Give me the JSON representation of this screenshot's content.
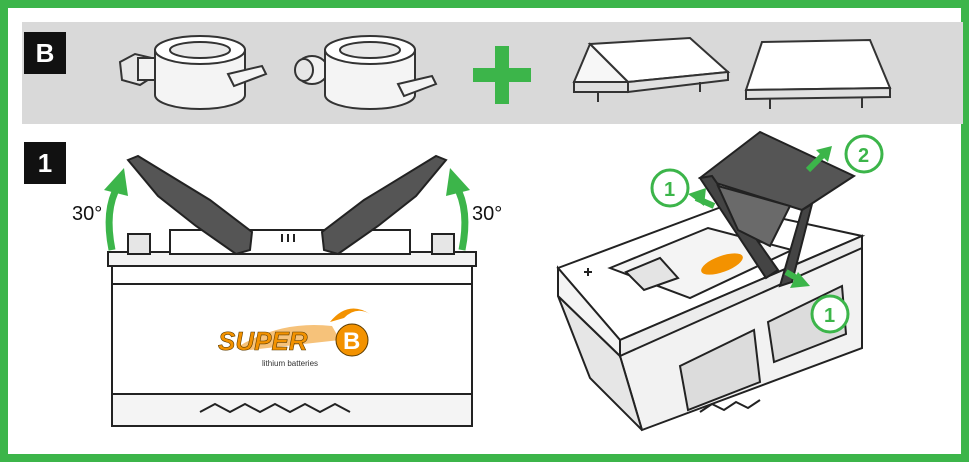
{
  "steps": {
    "b_label": "B",
    "one_label": "1"
  },
  "angles": {
    "left": "30°",
    "right": "30°"
  },
  "callouts": {
    "top_left": "1",
    "top_right": "2",
    "bottom_right": "1"
  },
  "brand": {
    "logo_word": "SUPER",
    "logo_letter": "B",
    "tagline": "lithium batteries"
  },
  "colors": {
    "frame_green": "#3cb54a",
    "band_grey": "#d9d9d9",
    "arrow_green": "#3cb54a",
    "logo_orange": "#f39200",
    "step_box_black": "#111111"
  },
  "icons": {
    "plus": "plus-icon",
    "tilt_arrow": "curved-arrow-icon",
    "pull_arrow": "straight-arrow-icon"
  }
}
